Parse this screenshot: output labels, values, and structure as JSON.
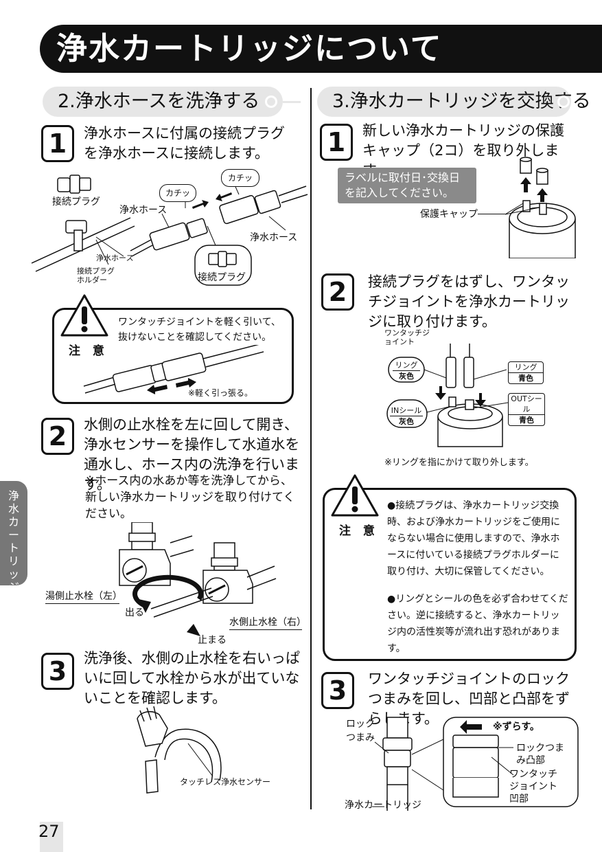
{
  "title": "浄水カートリッジについて",
  "side_tab": "浄水カートリッジ",
  "page_number": "27",
  "left": {
    "header": "2.浄水ホースを洗浄する",
    "step1": {
      "num": "1",
      "text": "浄水ホースに付属の接続プラグを浄水ホースに接続します。",
      "labels": {
        "plug": "接続プラグ",
        "hose1": "浄水ホース",
        "click1": "カチッ",
        "click2": "カチッ",
        "hose2": "浄水ホース",
        "hose3": "浄水ホース",
        "holder": "接続プラグホルダー",
        "plug2": "接続プラグ"
      }
    },
    "caution1": {
      "label": "注 意",
      "text": "ワンタッチジョイントを軽く引いて、抜けないことを確認してください。",
      "pull": "※軽く引っ張る。"
    },
    "step2": {
      "num": "2",
      "text": "水側の止水栓を左に回して開き、浄水センサーを操作して水道水を通水し、ホース内の洗浄を行います。",
      "note": "※ホース内の水あか等を洗浄してから、新しい浄水カートリッジを取り付けてください。",
      "labels": {
        "hot": "湯側止水栓（左）",
        "out": "出る",
        "stop": "止まる",
        "cold": "水側止水栓（右）"
      }
    },
    "step3": {
      "num": "3",
      "text": "洗浄後、水側の止水栓を右いっぱいに回して水栓から水が出ていないことを確認します。",
      "sensor": "タッチレス浄水センサー"
    }
  },
  "right": {
    "header": "3.浄水カートリッジを交換する",
    "step1": {
      "num": "1",
      "text": "新しい浄水カートリッジの保護キャップ（2コ）を取り外します。",
      "label_note": "ラベルに取付日･交換日を記入してください。",
      "cap": "保護キャップ"
    },
    "step2": {
      "num": "2",
      "text": "接続プラグをはずし、ワンタッチジョイントを浄水カートリッジに取り付けます。",
      "labels": {
        "joint": "ワンタッチジョイント",
        "ring_gray_1": "リング",
        "ring_gray_2": "灰色",
        "ring_blue_1": "リング",
        "ring_blue_2": "青色",
        "in_1": "INシール",
        "in_2": "灰色",
        "out_1": "OUTシール",
        "out_2": "青色"
      },
      "note": "※リングを指にかけて取り外します。"
    },
    "caution2": {
      "label": "注 意",
      "bullets": [
        "●接続プラグは、浄水カートリッジ交換時、および浄水カートリッジをご使用にならない場合に使用しますので、浄水ホースに付いている接続プラグホルダーに取り付け、大切に保管してください。",
        "●リングとシールの色を必ず合わせてください。逆に接続すると、浄水カートリッジ内の活性炭等が流れ出す恐れがあります。"
      ]
    },
    "step3": {
      "num": "3",
      "text": "ワンタッチジョイントのロックつまみを回し、凹部と凸部をずらします。",
      "labels": {
        "lock": "ロックつまみ",
        "shift": "※ずらす。",
        "lock_convex": "ロックつまみ凸部",
        "joint_concave": "ワンタッチジョイント凹部",
        "cartridge": "浄水カートリッジ"
      }
    }
  },
  "colors": {
    "ink": "#111111",
    "header_gray": "#e6e6e6",
    "tab_gray": "#777777",
    "note_gray": "#8a8a8a"
  }
}
